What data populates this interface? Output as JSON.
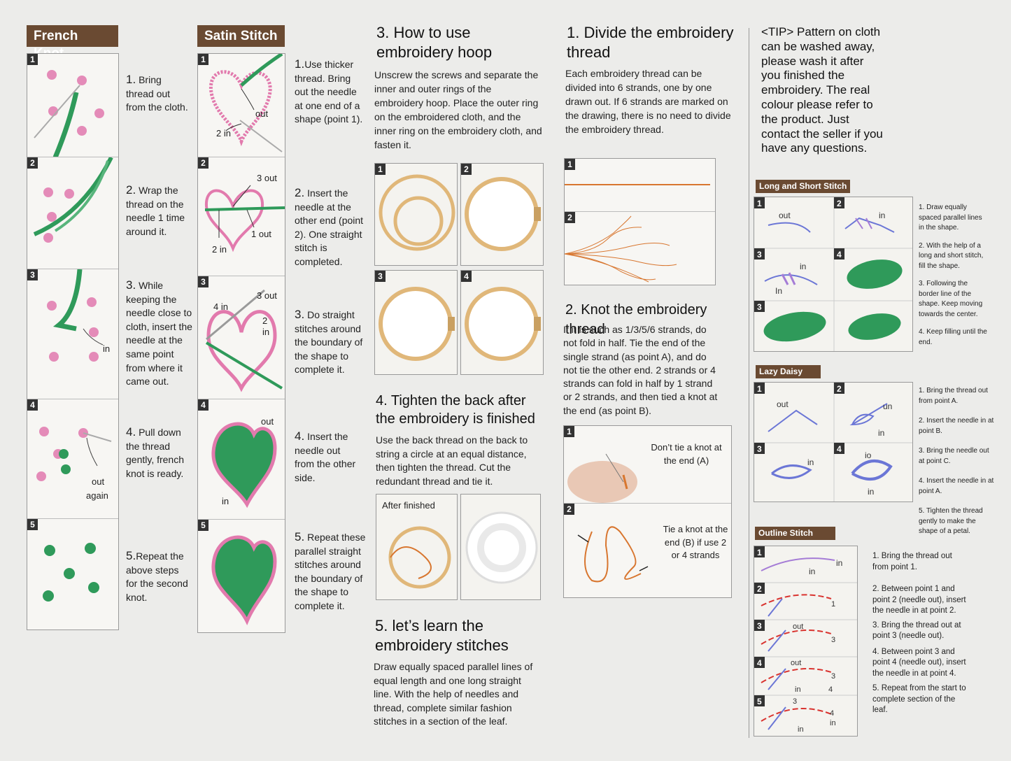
{
  "french_knot": {
    "title": "French Knot",
    "steps": [
      {
        "num": "1",
        "lead": "1.",
        "text": "Bring thread out from the cloth."
      },
      {
        "num": "2",
        "lead": "2.",
        "text": "Wrap the thread on the needle 1 time around it."
      },
      {
        "num": "3",
        "lead": "3.",
        "text": "While keeping the needle close to cloth, insert the needle at the same point from where it came out."
      },
      {
        "num": "4",
        "lead": "4.",
        "text": "Pull down the thread gently, french knot is ready."
      },
      {
        "num": "5",
        "lead": "5.",
        "text": "Repeat the above steps for the second knot."
      }
    ],
    "labels": {
      "in": "in",
      "out_again_1": "out",
      "out_again_2": "again"
    }
  },
  "satin_stitch": {
    "title": "Satin Stitch",
    "steps": [
      {
        "num": "1",
        "lead": "1.",
        "text": "Use thicker thread. Bring out the needle at one end of a shape (point 1)."
      },
      {
        "num": "2",
        "lead": "2.",
        "text": "Insert the needle at the other end (point 2). One straight stitch is completed."
      },
      {
        "num": "3",
        "lead": "3.",
        "text": "Do straight stitches around the boundary of the shape to complete it."
      },
      {
        "num": "4",
        "lead": "4.",
        "text": "Insert the needle out from the other side."
      },
      {
        "num": "5",
        "lead": "5.",
        "text": "Repeat these parallel straight stitches around the boundary of the shape to complete it."
      }
    ],
    "labels": {
      "out": "out",
      "two_in": "2 in",
      "three_out": "3 out",
      "one_out": "1 out",
      "four_in": "4 in",
      "two": "2",
      "in": "in"
    }
  },
  "hoop": {
    "heading_num": "3.",
    "heading": "How to use embroidery hoop",
    "text": "Unscrew the screws and separate the inner and outer rings of the embroidery hoop. Place the outer ring on the embroidered cloth, and the inner ring on the embroidery cloth, and fasten it.",
    "panel_nums": [
      "1",
      "2",
      "3",
      "4"
    ]
  },
  "tighten": {
    "heading_num": "4.",
    "heading": "Tighten the back after the embroidery is finished",
    "text": "Use the back thread on the back to string a circle at an equal distance, then tighten the thread. Cut the redundant thread and tie it.",
    "after_label": "After finished"
  },
  "learn": {
    "heading_num": "5.",
    "heading": "let’s learn the embroidery stitches",
    "text": "Draw equally spaced parallel lines of equal length and one long straight line. With the help of needles and thread, complete similar fashion stitches in a section of the leaf."
  },
  "divide": {
    "heading_num": "1.",
    "heading": "Divide the embroidery thread",
    "text": "Each embroidery thread can be divided into 6 strands, one by one drawn out. If 6 strands are marked on the drawing, there is no need to divide the embroidery thread.",
    "panel_nums": [
      "1",
      "2"
    ]
  },
  "knot": {
    "heading_num": "2.",
    "heading": "Knot the embroidery thread",
    "text": "If it is such as 1/3/5/6 strands, do not fold in half. Tie the end of the single strand (as point A), and do not tie the other end. 2 strands or 4 strands can fold in half by 1 strand or 2 strands, and then tied a knot at the end (as point B).",
    "panel_a": "Don’t tie a knot at the end (A)",
    "panel_b": "Tie a knot at the end (B) if use 2 or 4 strands"
  },
  "tip": {
    "text": "<TIP> Pattern on cloth can be washed away, please wash it after you finished the embroidery. The real colour please refer to the product. Just contact the seller if you have any questions."
  },
  "long_short": {
    "title": "Long and Short Stitch",
    "steps": [
      "Draw equally spaced parallel lines in the shape.",
      "With the help of a long and short stitch, fill the shape.",
      "Following the border line of the shape. Keep moving towards the center.",
      "Keep filling until the end."
    ]
  },
  "lazy_daisy": {
    "title": "Lazy Daisy",
    "steps": [
      "Bring the thread out from point A.",
      "Insert the needle in at point B.",
      "Bring the needle out at point C.",
      "Insert the needle in at point A.",
      "Tighten the thread gently to make the shape of a petal."
    ]
  },
  "outline": {
    "title": "Outline Stitch",
    "steps": [
      "Bring the thread out from point 1.",
      "Between point 1 and point 2 (needle out), insert the needle in at point 2.",
      "Bring the thread out at point 3 (needle out).",
      "Between point 3 and point 4 (needle out), insert the needle in at point 4.",
      "Repeat from the start to complete section of the leaf."
    ]
  },
  "colors": {
    "header_brown": "#6a4a32",
    "pink": "#d9609b",
    "green": "#2f9a5a",
    "wood": "#e0b779",
    "orange": "#d8762f",
    "blue": "#6b76d6",
    "red": "#d9332f"
  }
}
